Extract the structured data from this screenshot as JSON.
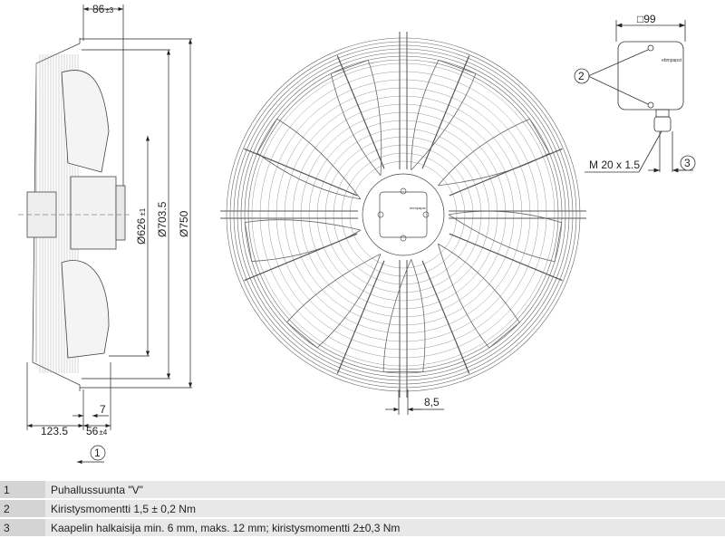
{
  "side_view": {
    "dim_depth": "86",
    "dim_depth_tol": "±3",
    "dim_d1": "Ø626",
    "dim_d1_tol": "±1",
    "dim_d2": "Ø703.5",
    "dim_d3": "Ø750",
    "dim_7": "7",
    "dim_123": "123.5",
    "dim_56": "56",
    "dim_56_tol": "±4",
    "callout_1": "1"
  },
  "front_view": {
    "dim_slot": "8,5"
  },
  "terminal_box": {
    "dim_square": "□99",
    "callout_2": "2",
    "callout_3": "3",
    "thread": "M 20 x 1.5",
    "brand_logo": "ebmpapst"
  },
  "legend": [
    {
      "num": "1",
      "text": "Puhallussuunta \"V\""
    },
    {
      "num": "2",
      "text": "Kiristysmomentti 1,5 ± 0,2 Nm"
    },
    {
      "num": "3",
      "text": "Kaapelin halkaisija min. 6 mm, maks. 12 mm; kiristysmomentti 2±0,3 Nm"
    }
  ]
}
